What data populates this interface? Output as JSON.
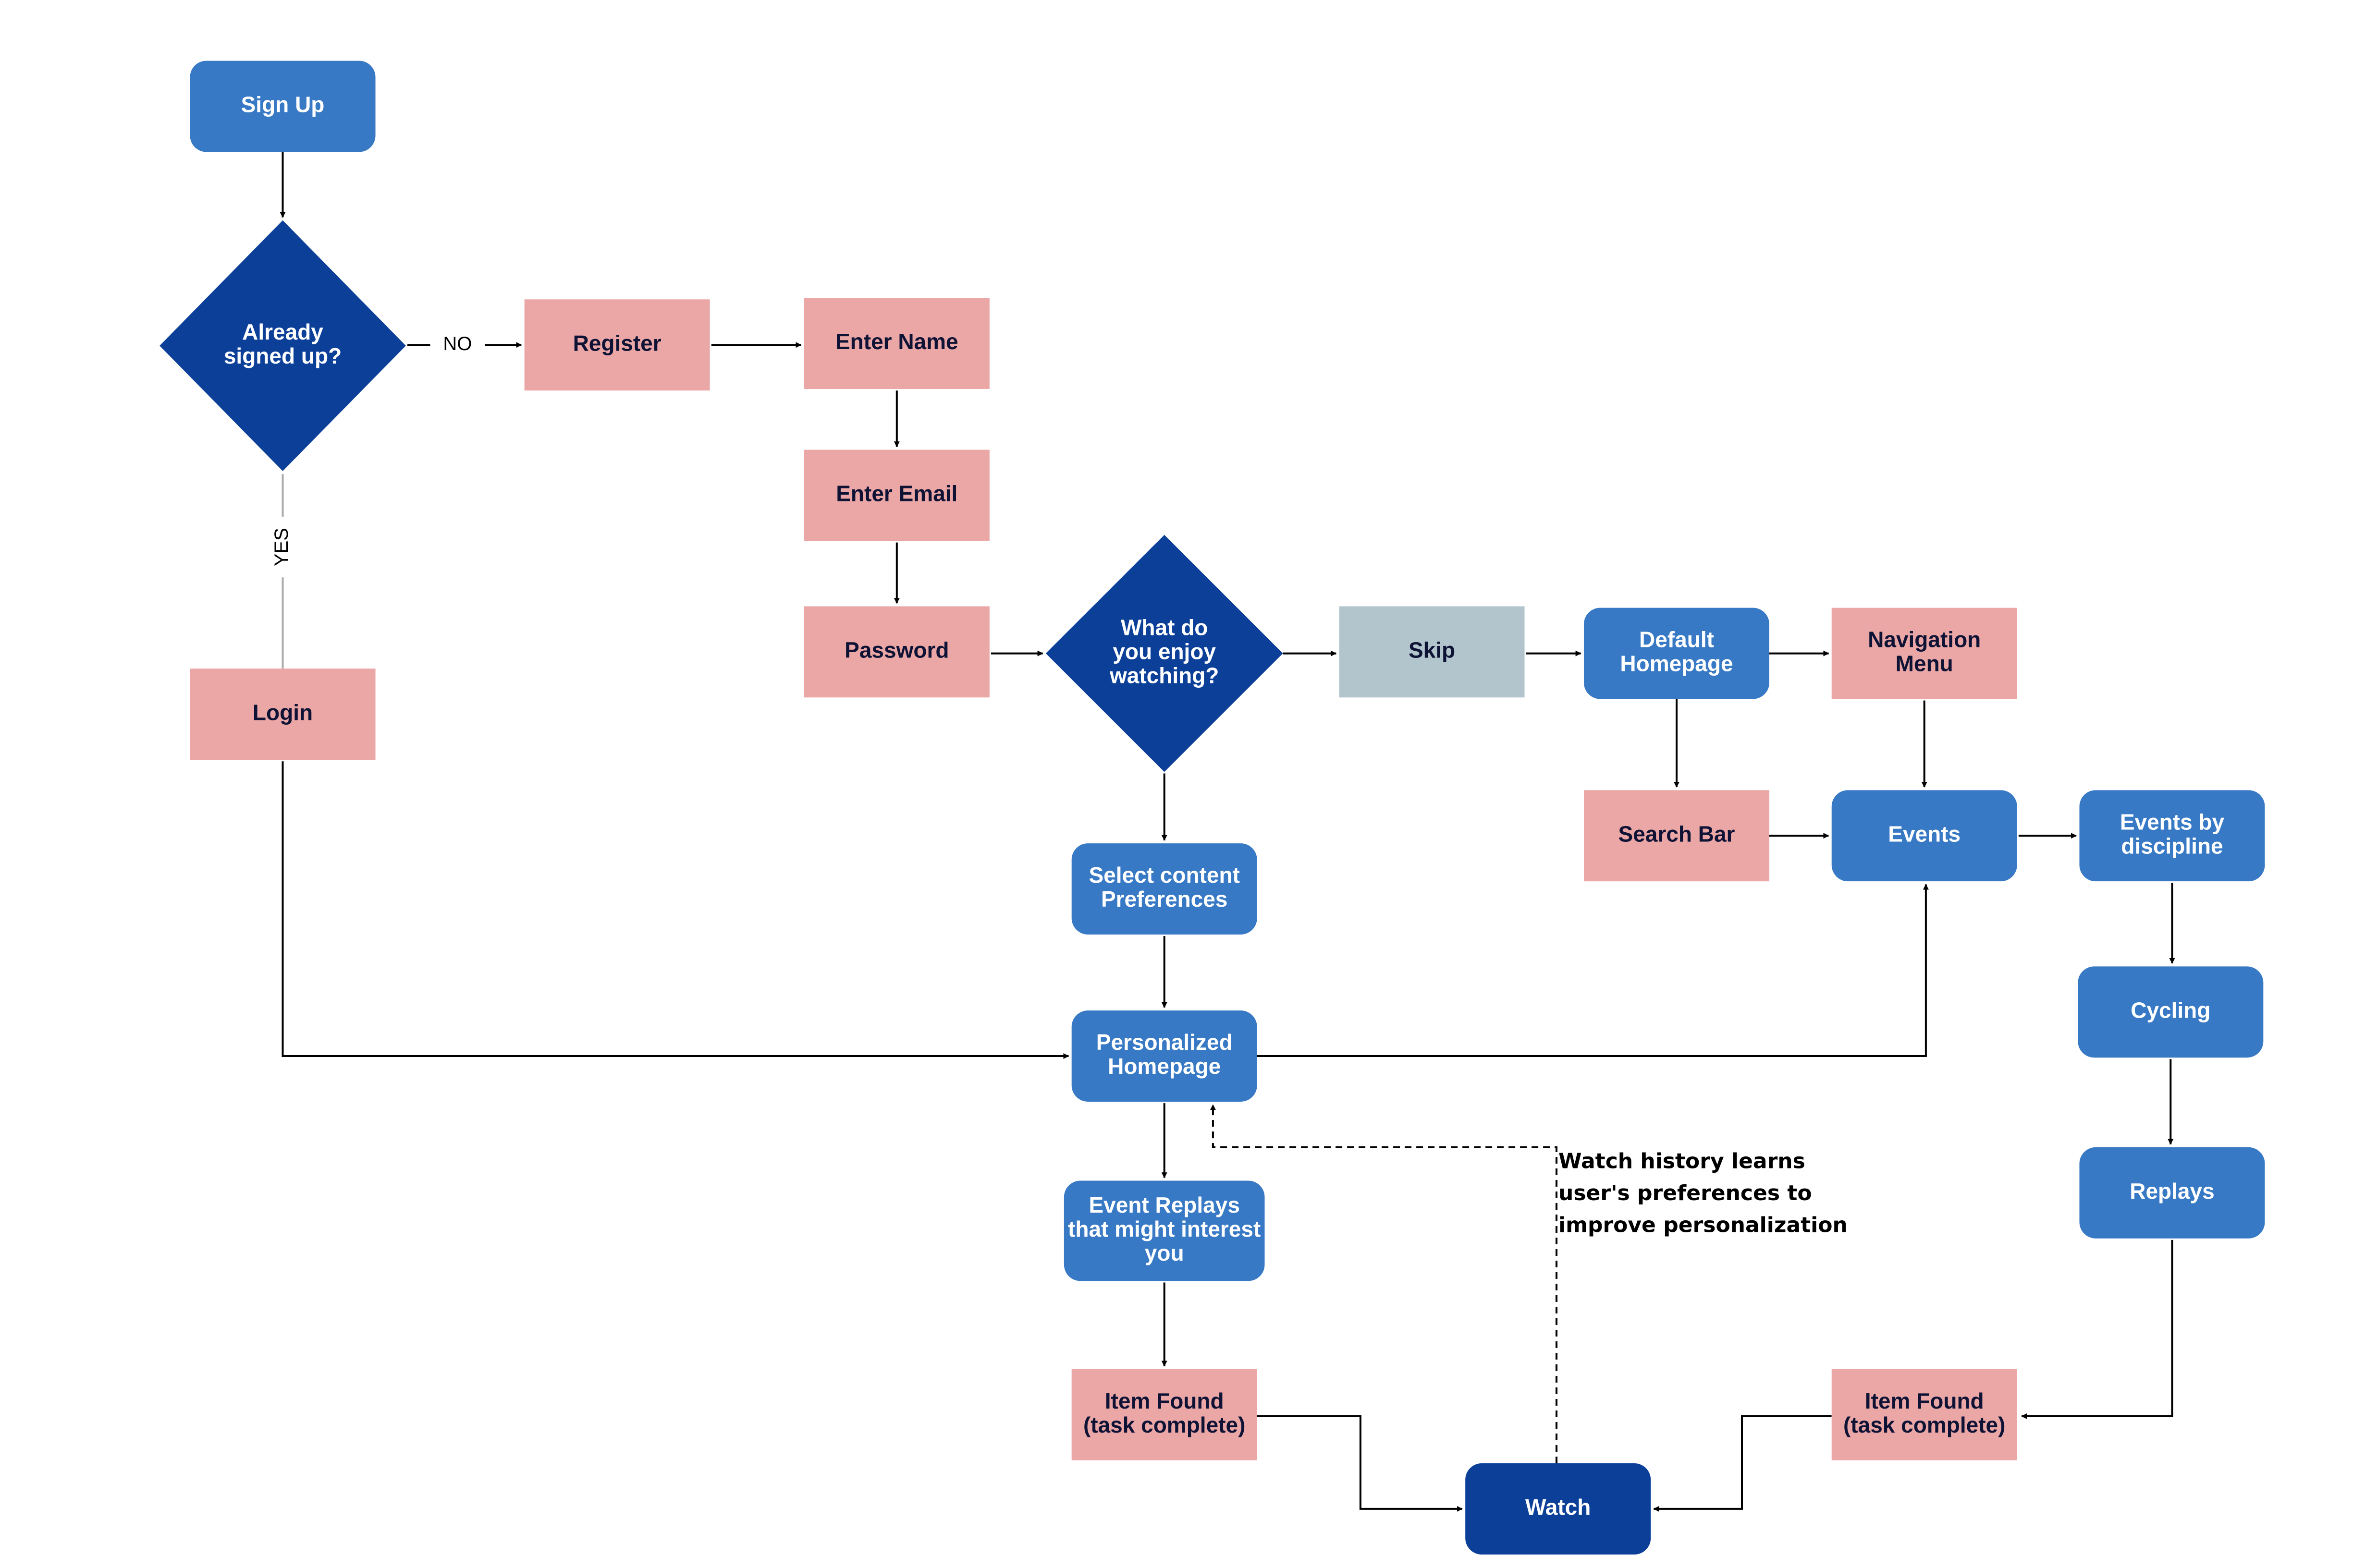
{
  "colors": {
    "blue_node": "#3779C5",
    "dark_blue_node": "#0B3F98",
    "pink_node": "#EBA7A5",
    "grey_node": "#B3C5CC",
    "light_text": "#FFFFFF",
    "dark_text": "#0E1336",
    "edge": "#000000"
  },
  "nodes": {
    "sign_up": [
      "Sign Up"
    ],
    "already_signed_up": [
      "Already",
      "signed up?"
    ],
    "register": [
      "Register"
    ],
    "enter_name": [
      "Enter Name"
    ],
    "enter_email": [
      "Enter Email"
    ],
    "password": [
      "Password"
    ],
    "what_enjoy": [
      "What do",
      "you enjoy",
      "watching?"
    ],
    "skip": [
      "Skip"
    ],
    "default_homepage": [
      "Default",
      "Homepage"
    ],
    "navigation_menu": [
      "Navigation",
      "Menu"
    ],
    "login": [
      "Login"
    ],
    "search_bar": [
      "Search Bar"
    ],
    "events": [
      "Events"
    ],
    "events_by_discipline": [
      "Events by",
      "discipline"
    ],
    "select_content": [
      "Select content",
      "Preferences"
    ],
    "personalized_homepage": [
      "Personalized",
      "Homepage"
    ],
    "cycling": [
      "Cycling"
    ],
    "replays": [
      "Replays"
    ],
    "event_replays": [
      "Event Replays",
      "that might interest",
      "you"
    ],
    "item_found_left": [
      "Item Found",
      "(task complete)"
    ],
    "item_found_right": [
      "Item Found",
      "(task complete)"
    ],
    "watch": [
      "Watch"
    ]
  },
  "edge_labels": {
    "no": "NO",
    "yes": "YES"
  },
  "note": [
    "Watch history learns",
    "user's preferences to",
    "improve personalization"
  ]
}
